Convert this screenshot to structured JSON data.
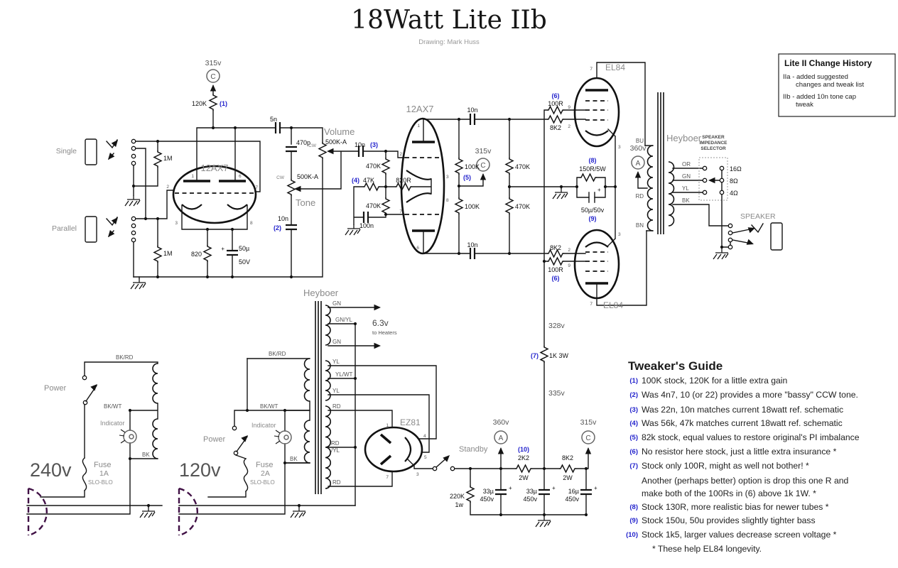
{
  "title": "18Watt Lite IIb",
  "subtitle": "Drawing: Mark Huss",
  "colors": {
    "annotation_blue": "#2222cc",
    "plug_purple": "#401045",
    "wire_black": "#141414",
    "label_gray": "#8a8a8a"
  },
  "change_history": {
    "title": "Lite II Change History",
    "l1": "IIa - added suggested",
    "l2": "changes and tweak list",
    "l3": "IIb - added 10n tone cap",
    "l4": "tweak"
  },
  "tweakers_guide": {
    "title": "Tweaker's Guide",
    "items": [
      {
        "num": "(1)",
        "text": "100K stock, 120K for a little extra gain"
      },
      {
        "num": "(2)",
        "text": "Was 4n7, 10 (or 22) provides a more \"bassy\" CCW tone."
      },
      {
        "num": "(3)",
        "text": "Was 22n, 10n matches current 18watt ref. schematic"
      },
      {
        "num": "(4)",
        "text": "Was 56k, 47k matches current 18watt ref. schematic"
      },
      {
        "num": "(5)",
        "text": "82k stock, equal values to restore original's PI imbalance"
      },
      {
        "num": "(6)",
        "text": "No resistor here stock, just a little extra insurance *"
      },
      {
        "num": "(7)",
        "text": "Stock only 100R, might as well not bother! *"
      },
      {
        "num": "(8)",
        "text": "Stock 130R, more realistic bias for newer tubes *"
      },
      {
        "num": "(9)",
        "text": "Stock 150u, 50u provides slightly tighter bass"
      },
      {
        "num": "(10)",
        "text": "Stock 1k5, larger values decrease screen voltage *"
      }
    ],
    "cont1": "Another (perhaps better) option is drop this one R and",
    "cont2": "make both of the 100Rs in (6) above 1k 1W. *",
    "footnote": "* These help EL84 longevity."
  },
  "labels": {
    "v315_pre": "315v",
    "sup_c1": "C",
    "r120k": "120K",
    "a1": "(1)",
    "c5n": "5n",
    "single": "Single",
    "parallel": "Parallel",
    "r1m_a": "1M",
    "r1m_b": "1M",
    "t1": "12AX7",
    "t1p1": "1",
    "t1p2": "2",
    "t1p3": "3",
    "t1p6": "6",
    "t1p7": "7",
    "t1p8": "8",
    "r820": "820",
    "c50u": "50µ",
    "c50uv": "50V",
    "plus_a": "+",
    "c470p": "470p",
    "volume": "Volume",
    "vol_val": "500K-A",
    "cw_a": "CW",
    "tone": "Tone",
    "tone_val": "500K-A",
    "cw_b": "CW",
    "c10n_a": "10n",
    "a2": "(2)",
    "c10n_b": "10n",
    "a3": "(3)",
    "r470k_a": "470K",
    "r470k_b": "470K",
    "a4": "(4)",
    "r47k": "47K",
    "r820r": "820R",
    "c100n": "100n",
    "t2": "12AX7",
    "t2p1": "1",
    "t2p2": "2",
    "t2p3": "3",
    "t2p6": "6",
    "t2p7": "7",
    "t2p8": "8",
    "c10n_c": "10n",
    "c10n_d": "10n",
    "r100k_a": "100K",
    "a5": "(5)",
    "r100k_b": "100K",
    "v315_pi": "315v",
    "sup_c2": "C",
    "r470k_c": "470K",
    "r470k_d": "470K",
    "a6_t": "(6)",
    "r100r_t": "100R",
    "r8k2_t": "8K2",
    "el84_t": "EL84",
    "e1p7": "7",
    "e1p9": "9",
    "e1p2": "2",
    "e1p3": "3",
    "a8": "(8)",
    "r150r": "150R/5W",
    "plus_b": "+",
    "c50u50": "50µ/50v",
    "a9": "(9)",
    "r8k2_b": "8K2",
    "r100r_b": "100R",
    "a6_b": "(6)",
    "el84_b": "EL84",
    "e2p2": "2",
    "e2p9": "9",
    "e2p3": "3",
    "e2p7": "7",
    "ot": "Heyboer",
    "bu": "BU",
    "rd": "RD",
    "bn": "BN",
    "v360_ot": "360v",
    "sup_a1": "A",
    "sis1": "SPEAKER",
    "sis2": "IMPEDANCE",
    "sis3": "SELECTOR",
    "ohm16": "16Ω",
    "ohm8": "8Ω",
    "ohm4": "4Ω",
    "w_or": "OR",
    "w_gn": "GN",
    "w_yl": "YL",
    "w_bk": "BK",
    "speaker": "SPEAKER",
    "v328": "328v",
    "a7": "(7)",
    "r1k3w": "1K 3W",
    "v335": "335v",
    "v360_ps": "360v",
    "sup_a2": "A",
    "v315_ps": "315v",
    "sup_c3": "C",
    "a10": "(10)",
    "r2k2": "2K2",
    "w2_a": "2W",
    "r8k2_ps": "8K2",
    "w2_b": "2W",
    "r220k": "220K",
    "w1": "1w",
    "c33_a": "33µ",
    "v450_a": "450v",
    "plus_c": "+",
    "c33_b": "33µ",
    "v450_b": "450v",
    "plus_d": "+",
    "c16u": "16µ",
    "v450_c": "450v",
    "plus_e": "+",
    "standby": "Standby",
    "pt": "Heyboer",
    "gn1": "GN",
    "gnyl": "GN/YL",
    "gn2": "GN",
    "v63": "6.3v",
    "heaters": "to Heaters",
    "yl1": "YL",
    "ylwt": "YL/WT",
    "yl2": "YL",
    "rd1": "RD",
    "rd2": "RD",
    "rdyl": "/YL",
    "rd3": "RD",
    "ez81": "EZ81",
    "zp1": "1",
    "zp7": "7",
    "zp3": "3",
    "zp4": "4",
    "zp5": "5",
    "bkrd_a": "BK/RD",
    "bkwt_a": "BK/WT",
    "bk_a": "BK",
    "power_a": "Power",
    "ind_a": "Indicator",
    "fuse_a": "Fuse",
    "f1a": "1A",
    "slo_a": "SLO-BLO",
    "v240": "240v",
    "bkrd_b": "BK/RD",
    "bkwt_b": "BK/WT",
    "bk_b": "BK",
    "power_b": "Power",
    "ind_b": "Indicator",
    "fuse_b": "Fuse",
    "f2a": "2A",
    "slo_b": "SLO-BLO",
    "v120": "120v"
  }
}
